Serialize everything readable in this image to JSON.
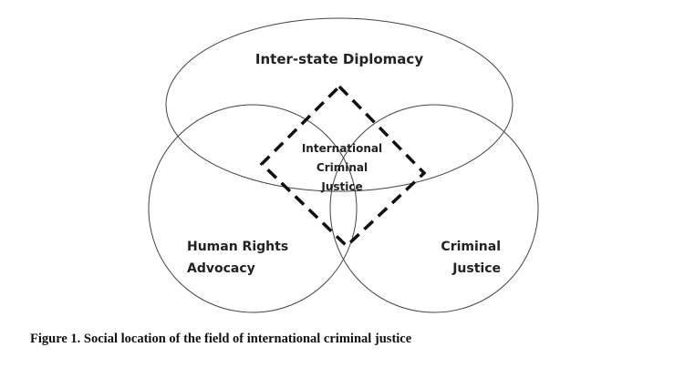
{
  "diagram": {
    "sets": {
      "top": "Inter-state Diplomacy",
      "left": [
        "Human Rights",
        "Advocacy"
      ],
      "right": [
        "Criminal",
        "Justice"
      ]
    },
    "center": [
      "International",
      "Criminal",
      "Justice"
    ]
  },
  "caption": "Figure 1.  Social location of the field of international criminal justice"
}
